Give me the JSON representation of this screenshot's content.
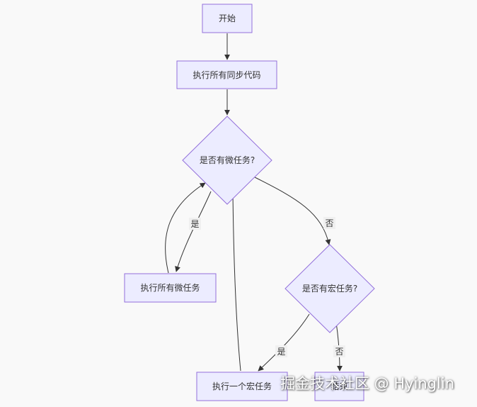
{
  "diagram": {
    "nodes": {
      "start": "开始",
      "sync_code": "执行所有同步代码",
      "has_micro": "是否有微任务?",
      "run_micro": "执行所有微任务",
      "has_macro": "是否有宏任务?",
      "run_macro": "执行一个宏任务",
      "end": "结束"
    },
    "edge_labels": {
      "micro_yes": "是",
      "micro_no": "否",
      "macro_yes": "是",
      "macro_no": "否"
    }
  },
  "watermark": "掘金技术社区 @ Hyinglin",
  "colors": {
    "background": "#f9f9f9",
    "node_fill": "#ececff",
    "node_border": "#9370db",
    "edge": "#333333",
    "edge_label_bg": "#f0f0f0"
  }
}
